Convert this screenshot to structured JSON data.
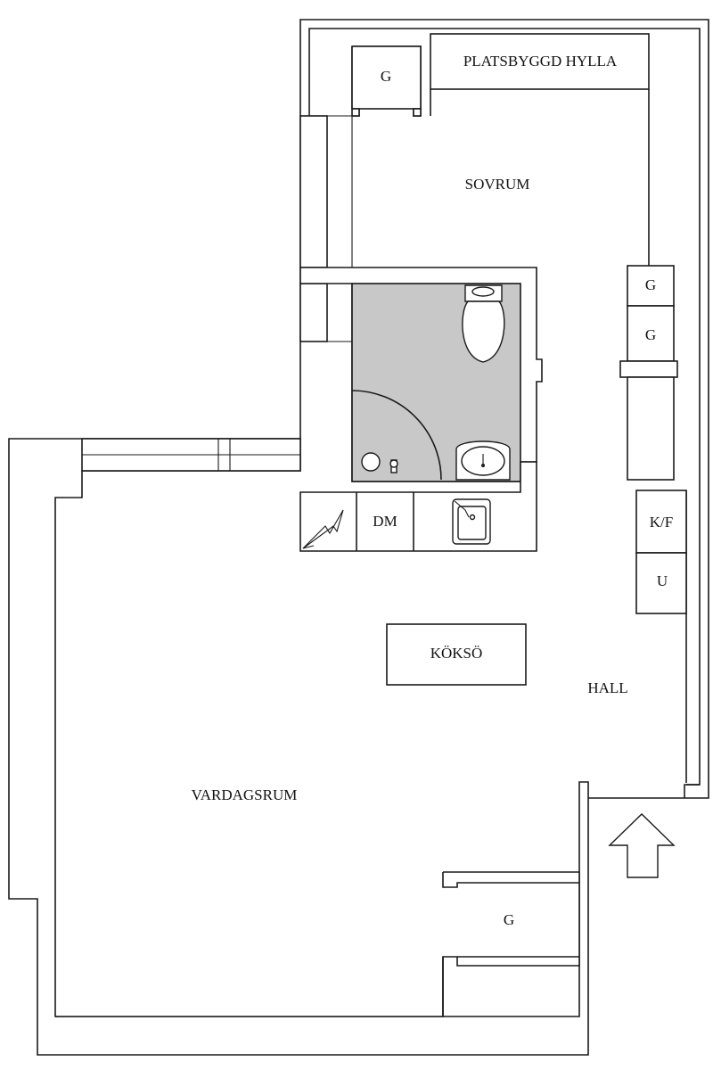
{
  "labels": {
    "platsbyggd_hylla": "PLATSBYGGD HYLLA",
    "garderob_sovrum": "G",
    "sovrum": "SOVRUM",
    "garderob_1": "G",
    "garderob_2": "G",
    "diskmaskin": "DM",
    "kyl_frys": "K/F",
    "ugn": "U",
    "koksö": "KÖKSÖ",
    "hall": "HALL",
    "vardagsrum": "VARDAGSRUM",
    "garderob_hall": "G"
  },
  "colors": {
    "wall_line": "#1a1a1a",
    "bathroom_fill": "#c8c8c8",
    "background": "#ffffff"
  },
  "icons": {
    "entrance": "entrance-arrow-icon",
    "stove": "stove-icon",
    "sink": "kitchen-sink-icon",
    "toilet": "toilet-icon",
    "washbasin": "washbasin-icon",
    "shower": "shower-icon"
  }
}
